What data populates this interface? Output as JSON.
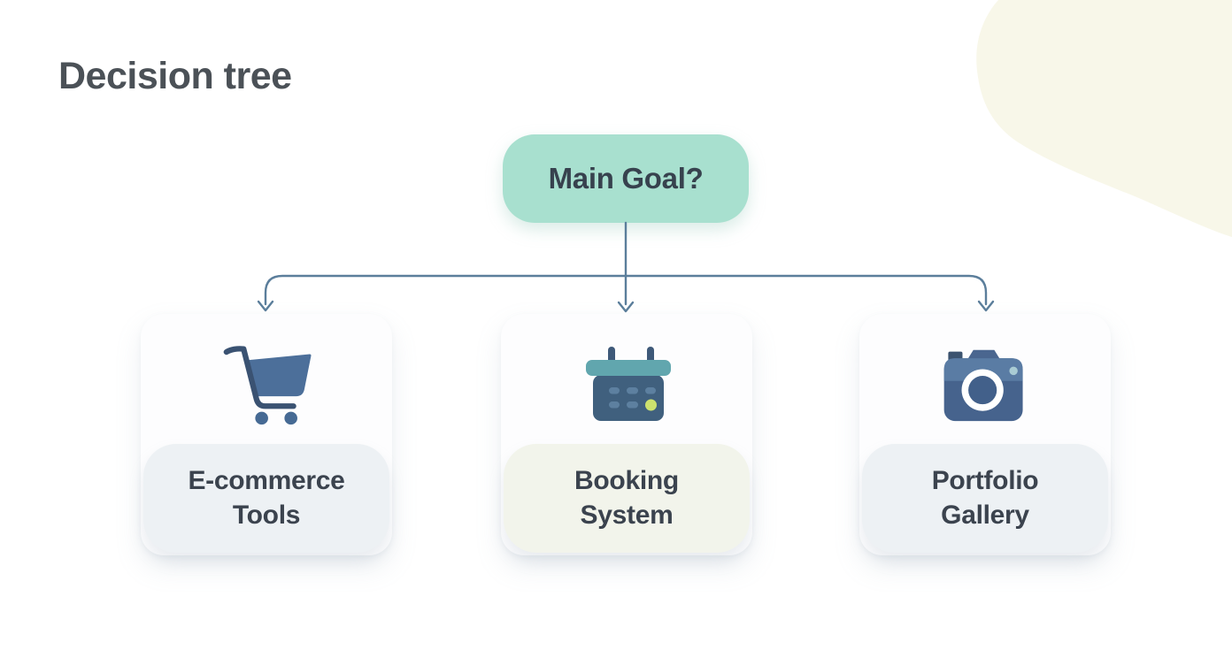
{
  "page": {
    "title": "Decision tree"
  },
  "colors": {
    "background": "#ffffff",
    "title_text": "#4b5157",
    "root_node_background": "#a8e0cf",
    "root_node_text": "#37424e",
    "connector_line": "#5b7e9b",
    "card_background": "#fdfdfe",
    "label_text": "#3b434e",
    "decorative_blob": "#f8f7e9",
    "icon_slate_blue": "#4c6f9a",
    "icon_dark_slate": "#3a5272",
    "icon_teal": "#61a6ae",
    "icon_lime": "#cde26e"
  },
  "tree": {
    "root": {
      "label": "Main Goal?",
      "background": "#a8e0cf"
    },
    "branches": [
      {
        "label": "E-commerce Tools",
        "label_line1": "E-commerce",
        "label_line2": "Tools",
        "icon": "shopping-cart-icon",
        "pill_background": "#edf1f4"
      },
      {
        "label": "Booking System",
        "label_line1": "Booking",
        "label_line2": "System",
        "icon": "calendar-icon",
        "pill_background": "#f2f4eb"
      },
      {
        "label": "Portfolio Gallery",
        "label_line1": "Portfolio",
        "label_line2": "Gallery",
        "icon": "camera-icon",
        "pill_background": "#edf1f4"
      }
    ]
  }
}
